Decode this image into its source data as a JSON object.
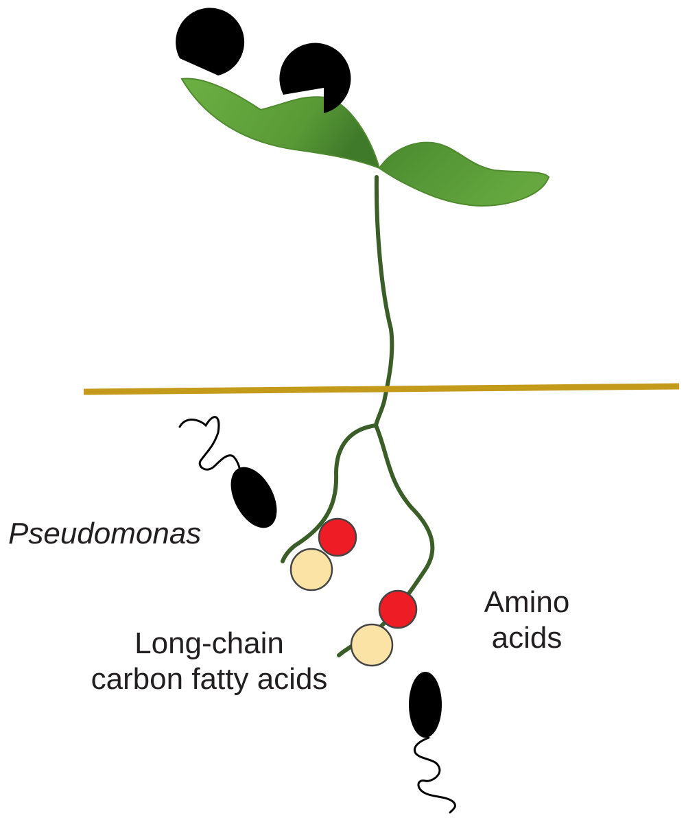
{
  "labels": {
    "pseudomonas": "Pseudomonas",
    "long_chain_line1": "Long-chain",
    "long_chain_line2": "carbon fatty acids",
    "amino_line1": "Amino",
    "amino_line2": "acids"
  },
  "colors": {
    "leaf_fill": "#5ea03a",
    "leaf_dark": "#3f7a2b",
    "stem": "#3b5e28",
    "soil_line": "#c39a1a",
    "amino_acid_circle": "#ee1c24",
    "fatty_acid_circle": "#fbe3a5",
    "bacteria": "#000000",
    "text": "#231f20"
  }
}
